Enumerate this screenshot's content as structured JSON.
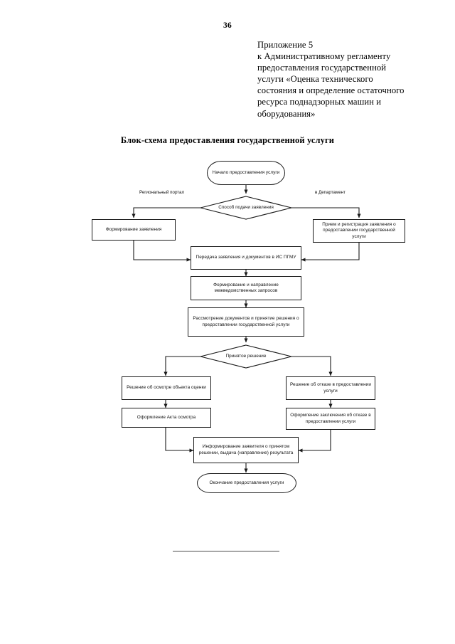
{
  "page": {
    "number": "36",
    "appendix_lines": [
      "Приложение 5",
      "к Административному регламенту",
      "предоставления государственной",
      "услуги «Оценка технического",
      "состояния и определение остаточного",
      "ресурса поднадзорных машин и",
      "оборудования»"
    ],
    "title": "Блок-схема предоставления государственной услуги"
  },
  "flowchart": {
    "nodes": {
      "start": "Начало предоставления услуги",
      "decision_submit": "Способ подачи заявления",
      "form_application": "Формирование заявления",
      "receive_register": "Прием и регистрация заявления о предоставлении государственной услуги",
      "transfer_docs": "Передача заявления и документов в ИС ПГМУ",
      "interagency_requests": "Формирование и направление межведомственных запросов",
      "review_decide": "Рассмотрение документов и принятие решения о предоставлении государственной  услуги",
      "decision_made": "Принятое решение",
      "inspection_decision": "Решение об осмотре объекта оценки",
      "inspection_act": "Оформление Акта осмотра",
      "refusal_decision": "Решение об отказе в предоставлении услуги",
      "refusal_conclusion": "Оформление заключения об отказе в предоставлении услуги",
      "inform_applicant": "Информирование заявителя о принятом решении, выдача (направление) результата",
      "end": "Окончание предоставления услуги"
    },
    "edge_labels": {
      "left_branch": "Региональный портал",
      "right_branch": "в Департамент"
    },
    "colors": {
      "line": "#1a1a1a",
      "text": "#111111",
      "background": "#ffffff"
    }
  }
}
